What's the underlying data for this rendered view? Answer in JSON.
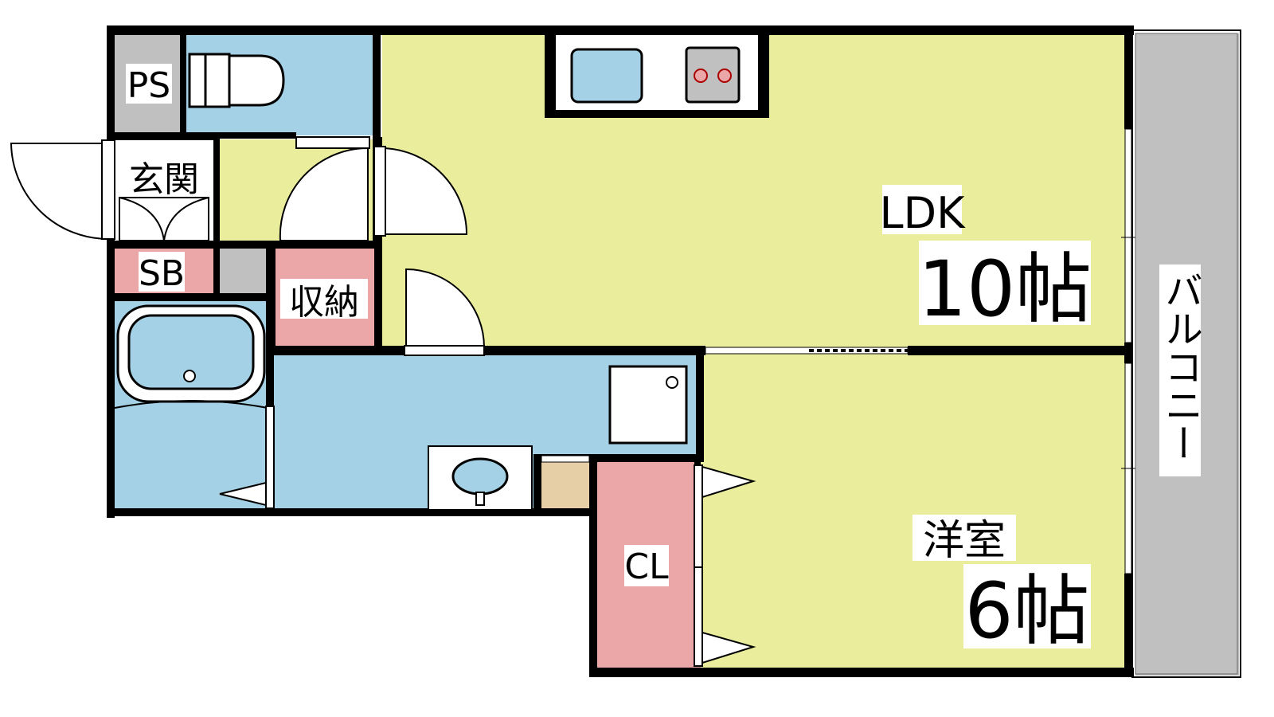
{
  "colors": {
    "living": "#eaed9c",
    "wet": "#a5d1e6",
    "storage": "#eba7a7",
    "service": "#c0c0c0",
    "cabinet": "#e6cfa6",
    "balcony": "#c0c0c0",
    "wall": "#000000"
  },
  "rooms": {
    "ps": {
      "label": "PS"
    },
    "entrance": {
      "label": "玄関"
    },
    "shoebox": {
      "label": "SB"
    },
    "storage": {
      "label": "収納"
    },
    "ldk": {
      "label": "LDK",
      "size": "10帖"
    },
    "western": {
      "label": "洋室",
      "size": "6帖"
    },
    "closet": {
      "label": "CL"
    },
    "balcony": {
      "label": "バルコニー"
    }
  },
  "icons": [
    "toilet-icon",
    "sink-icon",
    "stove-icon",
    "bathtub-icon",
    "washbasin-icon",
    "washing-machine-pan-icon",
    "door-icon"
  ]
}
